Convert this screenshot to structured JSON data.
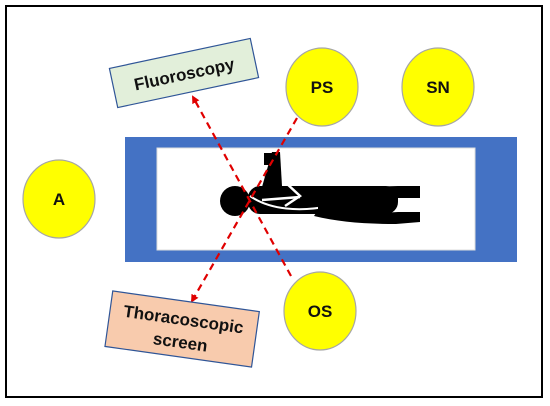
{
  "labels": {
    "fluoroscopy": "Fluoroscopy",
    "ps": "PS",
    "sn": "SN",
    "a": "A",
    "os": "OS",
    "thoracoscopic_line1": "Thoracoscopic",
    "thoracoscopic_line2": "screen"
  },
  "colors": {
    "frame": "#000000",
    "table": "#4472c4",
    "circle_fill": "#ffff00",
    "circle_stroke": "#a6a6a6",
    "fluoroscopy_fill": "#e2efda",
    "fluoroscopy_stroke": "#2f5597",
    "thoracoscopic_fill": "#f8cbad",
    "thoracoscopic_stroke": "#2f5597",
    "arrow": "#e00000",
    "patient": "#000000"
  }
}
